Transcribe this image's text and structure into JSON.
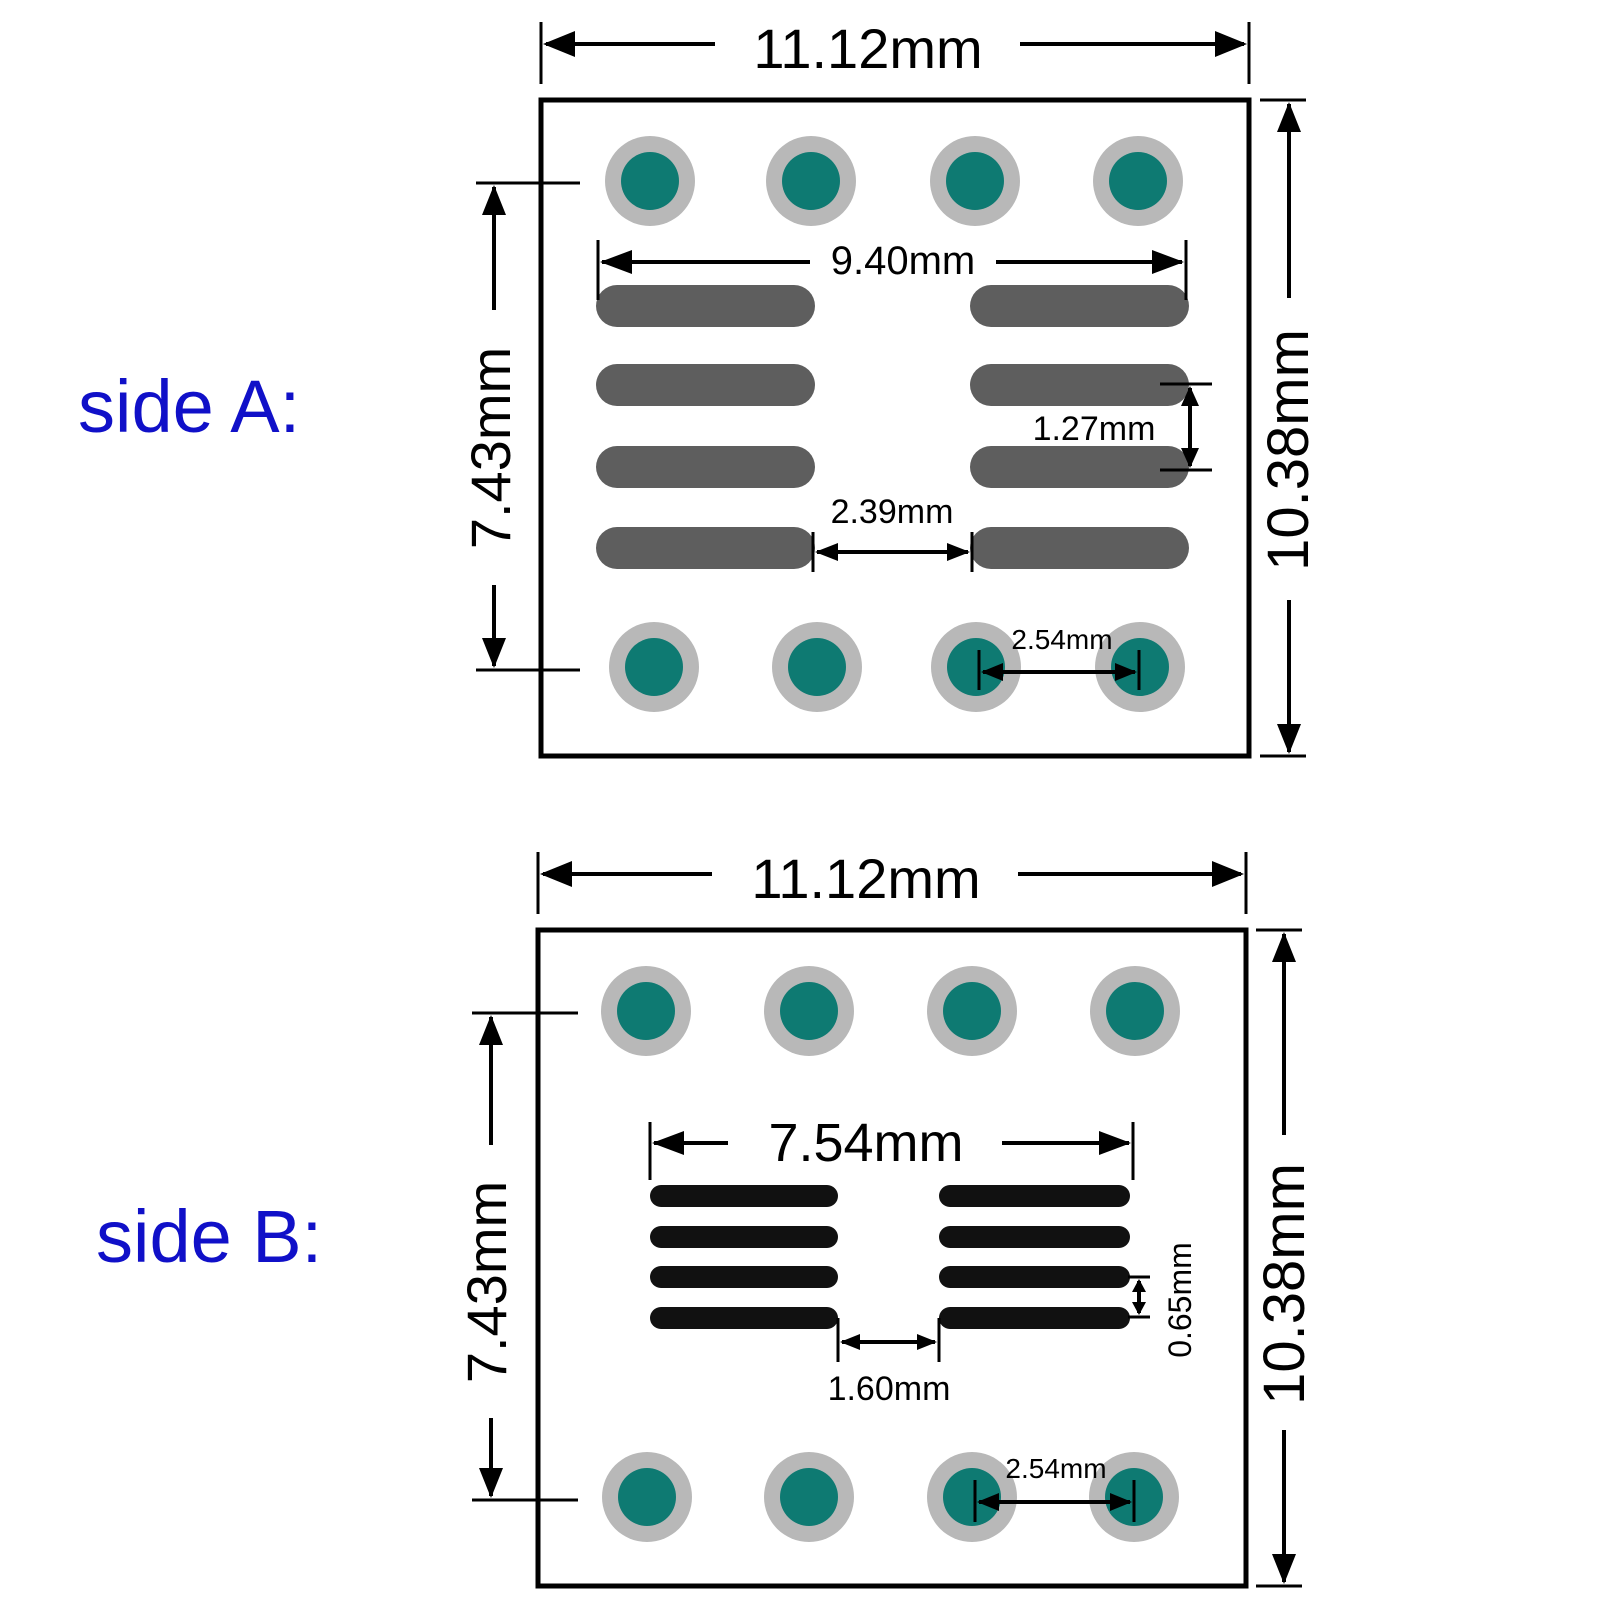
{
  "sides": [
    {
      "label": "side A:",
      "width_label": "11.12mm",
      "height_label": "10.38mm",
      "row_spacing_label": "7.43mm",
      "pad_span_label": "9.40mm",
      "pad_pitch_label": "1.27mm",
      "pad_gap_label": "2.39mm",
      "hole_pitch_label": "2.54mm"
    },
    {
      "label": "side B:",
      "width_label": "11.12mm",
      "height_label": "10.38mm",
      "row_spacing_label": "7.43mm",
      "pad_span_label": "7.54mm",
      "pad_pitch_label": "0.65mm",
      "pad_gap_label": "1.60mm",
      "hole_pitch_label": "2.54mm"
    }
  ],
  "colors": {
    "label_blue": "#1010c8",
    "hole_ring": "#b8b8b8",
    "hole_core": "#0e7a72",
    "pad_side_a": "#5e5e5e",
    "pad_side_b": "#111111"
  }
}
